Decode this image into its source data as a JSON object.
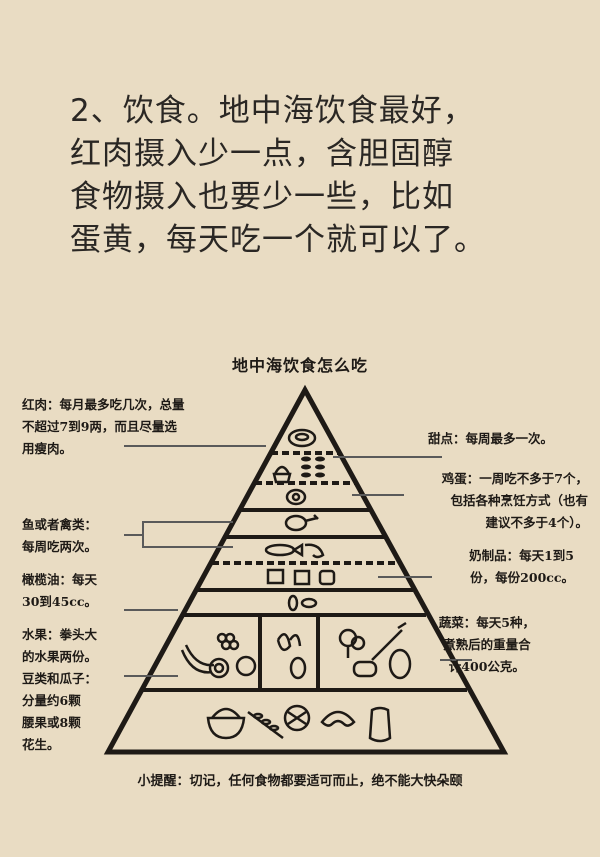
{
  "headline": [
    "2、饮食。地中海饮食最好，",
    "红肉摄入少一点，含胆固醇",
    "食物摄入也要少一些，比如",
    "蛋黄，每天吃一个就可以了。"
  ],
  "pyramid_title": "地中海饮食怎么吃",
  "labels": {
    "red_meat": [
      "红肉：每月最多吃几次，总量",
      "不超过7到9两，而且尽量选",
      "用瘦肉。"
    ],
    "dessert": [
      "甜点：每周最多一次。"
    ],
    "egg": [
      "鸡蛋：一周吃不多于7个，",
      "包括各种烹饪方式（也有",
      "建议不多于4个）。"
    ],
    "fish_poultry": [
      "鱼或者禽类：",
      "每周吃两次。"
    ],
    "dairy": [
      "奶制品：每天1到5",
      "份，每份200cc。"
    ],
    "olive_oil": [
      "橄榄油：每天",
      "30到45cc。"
    ],
    "fruit_nuts": [
      "水果：拳头大",
      "的水果两份。",
      "豆类和瓜子：",
      "分量约6颗",
      "腰果或8颗",
      "花生。"
    ],
    "vegetables": [
      "蔬菜：每天5种，",
      "煮熟后的重量合",
      "计400公克。"
    ]
  },
  "tip": "小提醒：切记，任何食物都要适可而止，绝不能大快朵颐",
  "colors": {
    "background": "#e9dcc3",
    "ink": "#1e1a16",
    "leader": "#5a5a5a"
  }
}
